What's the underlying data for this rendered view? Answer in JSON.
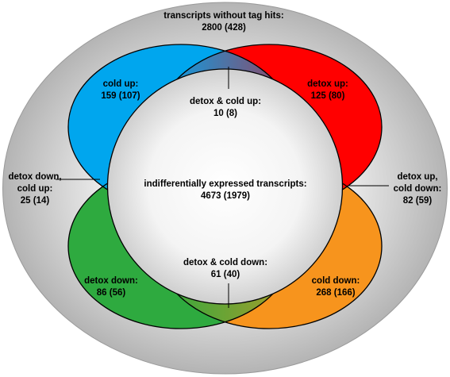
{
  "labels": {
    "no_tag_hits": {
      "name": "transcripts without tag hits:",
      "value": "2800 (428)"
    },
    "cold_up": {
      "name": "cold up:",
      "value": "159 (107)"
    },
    "detox_up": {
      "name": "detox up:",
      "value": "125 (80)"
    },
    "detox_cold_up": {
      "name": "detox & cold up:",
      "value": "10 (8)"
    },
    "detox_down_cold_up": {
      "line1": "detox down,",
      "line2": "cold up:",
      "value": "25 (14)"
    },
    "indifferential": {
      "name": "indifferentially expressed transcripts:",
      "value": "4673 (1979)"
    },
    "detox_up_cold_down": {
      "line1": "detox up,",
      "line2": "cold down:",
      "value": "82 (59)"
    },
    "detox_cold_down": {
      "name": "detox & cold down:",
      "value": "61 (40)"
    },
    "detox_down": {
      "name": "detox down:",
      "value": "86 (56)"
    },
    "cold_down": {
      "name": "cold down:",
      "value": "268 (166)"
    }
  },
  "colors": {
    "cold_up": "#00a6ee",
    "detox_up": "#ff0000",
    "detox_down": "#2eaa3f",
    "cold_down": "#f7941d",
    "background_outer": "#b4b4b4",
    "background_inner": "#ffffff"
  }
}
